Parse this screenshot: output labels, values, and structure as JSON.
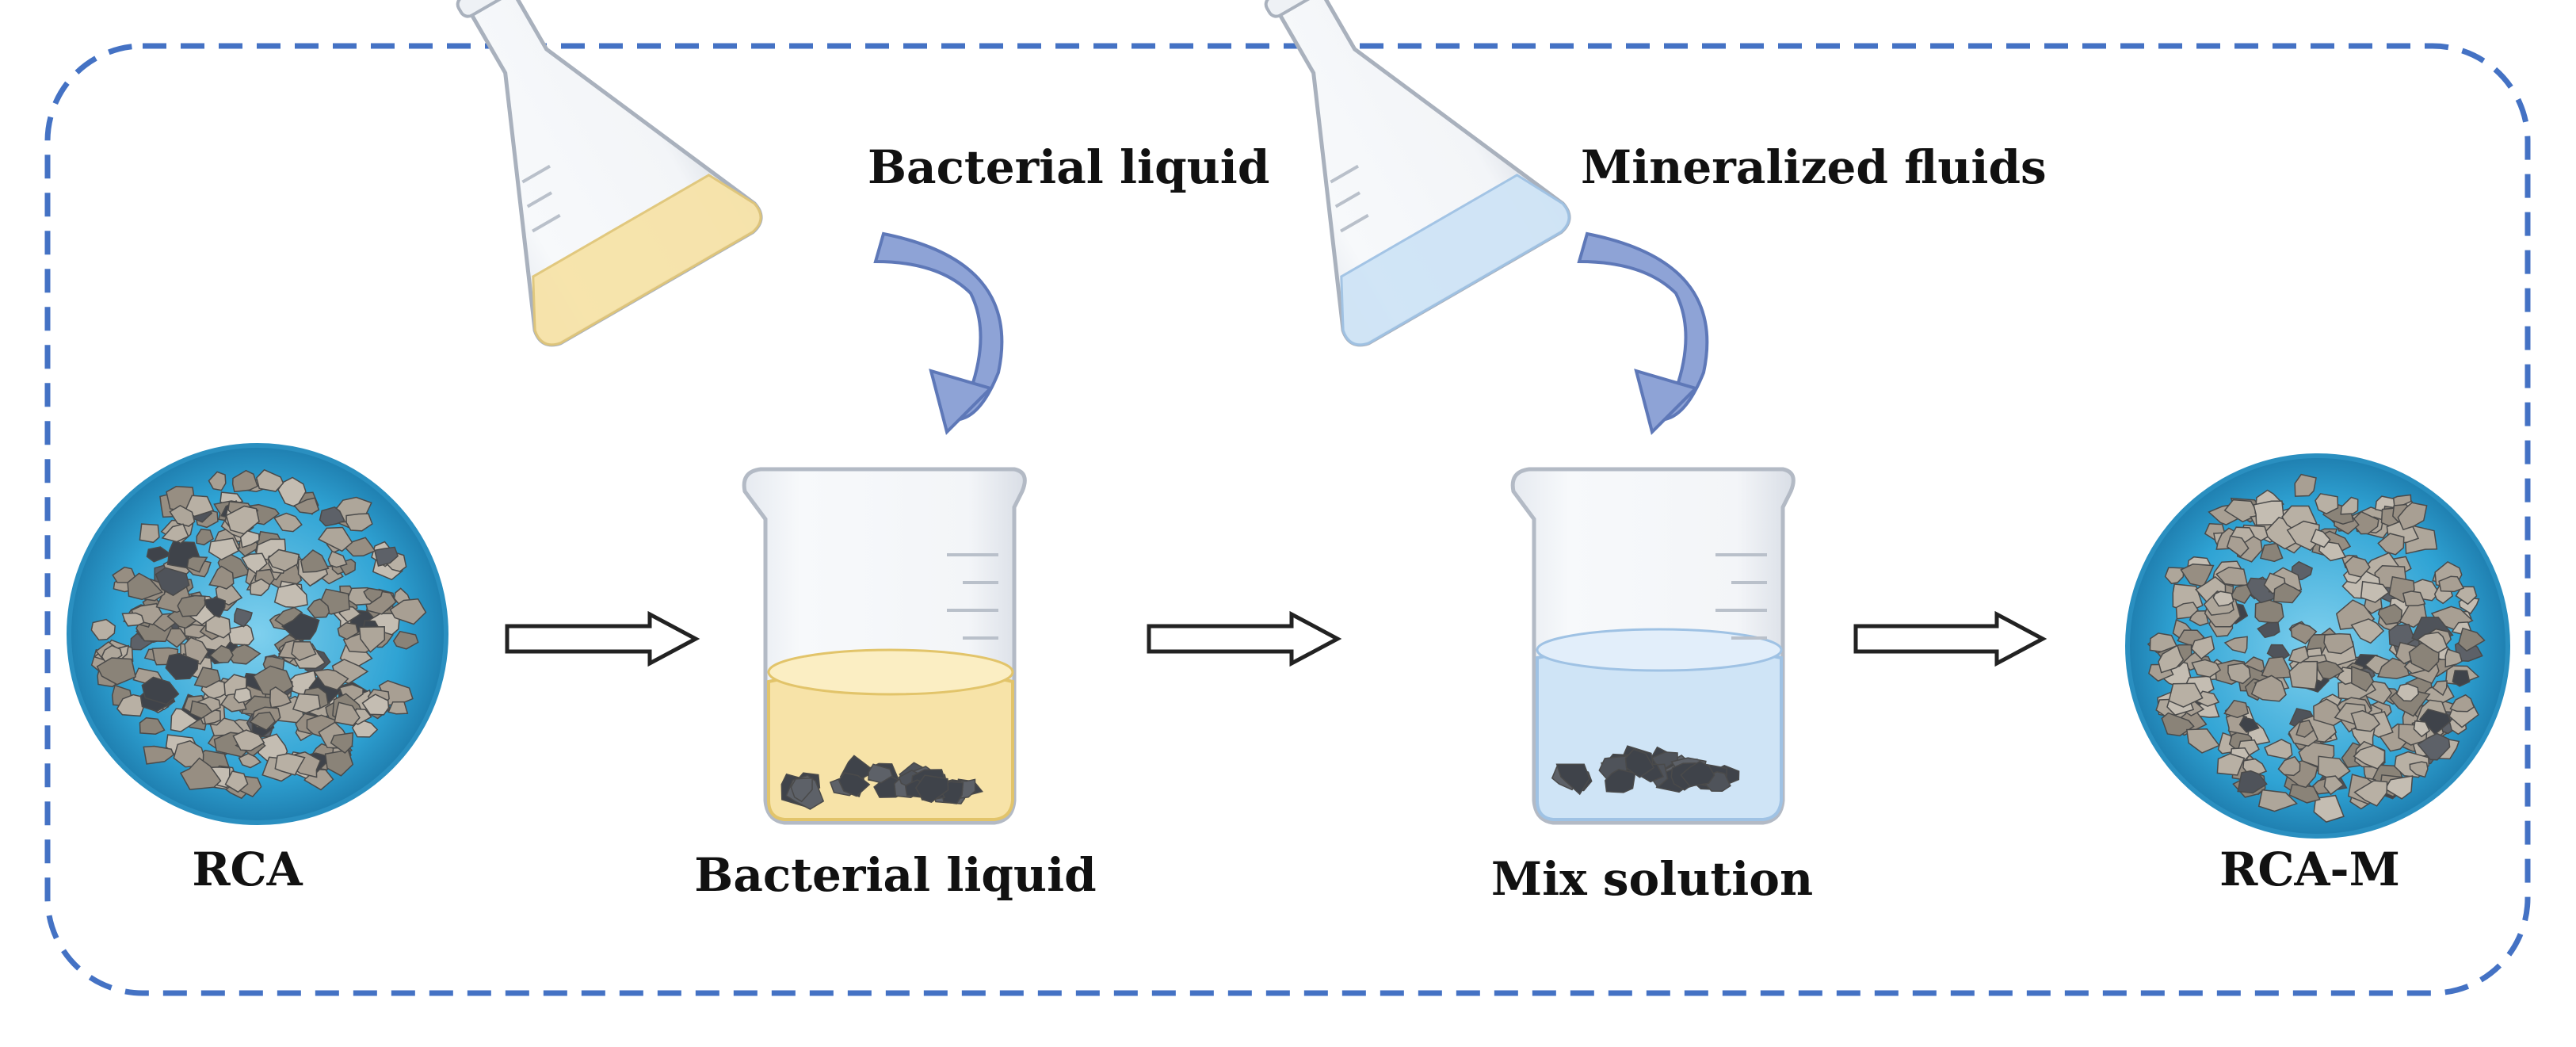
{
  "diagram": {
    "pour_labels": {
      "bacterial": "Bacterial liquid",
      "mineralized": "Mineralized fluids"
    },
    "stage_labels": {
      "rca": "RCA",
      "bacterial_beaker": "Bacterial liquid",
      "mix_beaker": "Mix solution",
      "rca_m": "RCA-M"
    },
    "colors": {
      "frame_border": "#4472C4",
      "yellow_liquid": "#F7E3A8",
      "blue_liquid": "#CFE4F6",
      "curved_arrow": "#7F97CF",
      "dish_blue": "#2FA3D4",
      "aggregate": "#9C948A",
      "dark_stone": "#5A5E66"
    }
  }
}
